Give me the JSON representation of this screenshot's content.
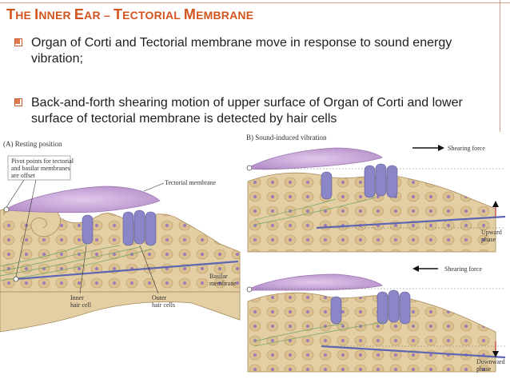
{
  "slide": {
    "title_parts": [
      {
        "text": "T",
        "size": "big"
      },
      {
        "text": "HE ",
        "size": "small"
      },
      {
        "text": "I",
        "size": "big"
      },
      {
        "text": "NNER ",
        "size": "small"
      },
      {
        "text": "E",
        "size": "big"
      },
      {
        "text": "AR – ",
        "size": "small"
      },
      {
        "text": "T",
        "size": "big"
      },
      {
        "text": "ECTORIAL ",
        "size": "small"
      },
      {
        "text": "M",
        "size": "big"
      },
      {
        "text": "EMBRANE",
        "size": "small"
      }
    ],
    "bullets": [
      "Organ of Corti and Tectorial membrane move in response to sound energy vibration;",
      "Back-and-forth shearing motion of upper surface of Organ of Corti and lower surface of tectorial membrane is detected by hair cells"
    ]
  },
  "figure": {
    "panel_a_label": "(A) Resting position",
    "pivot_note": [
      "Pivot points for tectorial",
      "and basilar membranes",
      "are offset"
    ],
    "tectorial_label": "Tectorial membrane",
    "inner_hair_cell_label": [
      "Inner",
      "hair cell"
    ],
    "outer_hair_cells_label": [
      "Outer",
      "hair cells"
    ],
    "basilar_label": [
      "Basilar",
      "membrane"
    ],
    "panel_b_label": "B)  Sound-induced vibration",
    "shearing_force_top": "Shearing force",
    "upward_phase": [
      "Upward",
      "phase"
    ],
    "shearing_force_bottom": "Shearing force",
    "downward_phase": [
      "Downward",
      "phase"
    ]
  },
  "colors": {
    "title": "#d2541f",
    "bullet_box": "#c8582e",
    "tectorial": "#c9a6d6",
    "tissue": "#e3cda0",
    "hair_cell": "#8a86c8",
    "basilar": "#5d66b3"
  }
}
